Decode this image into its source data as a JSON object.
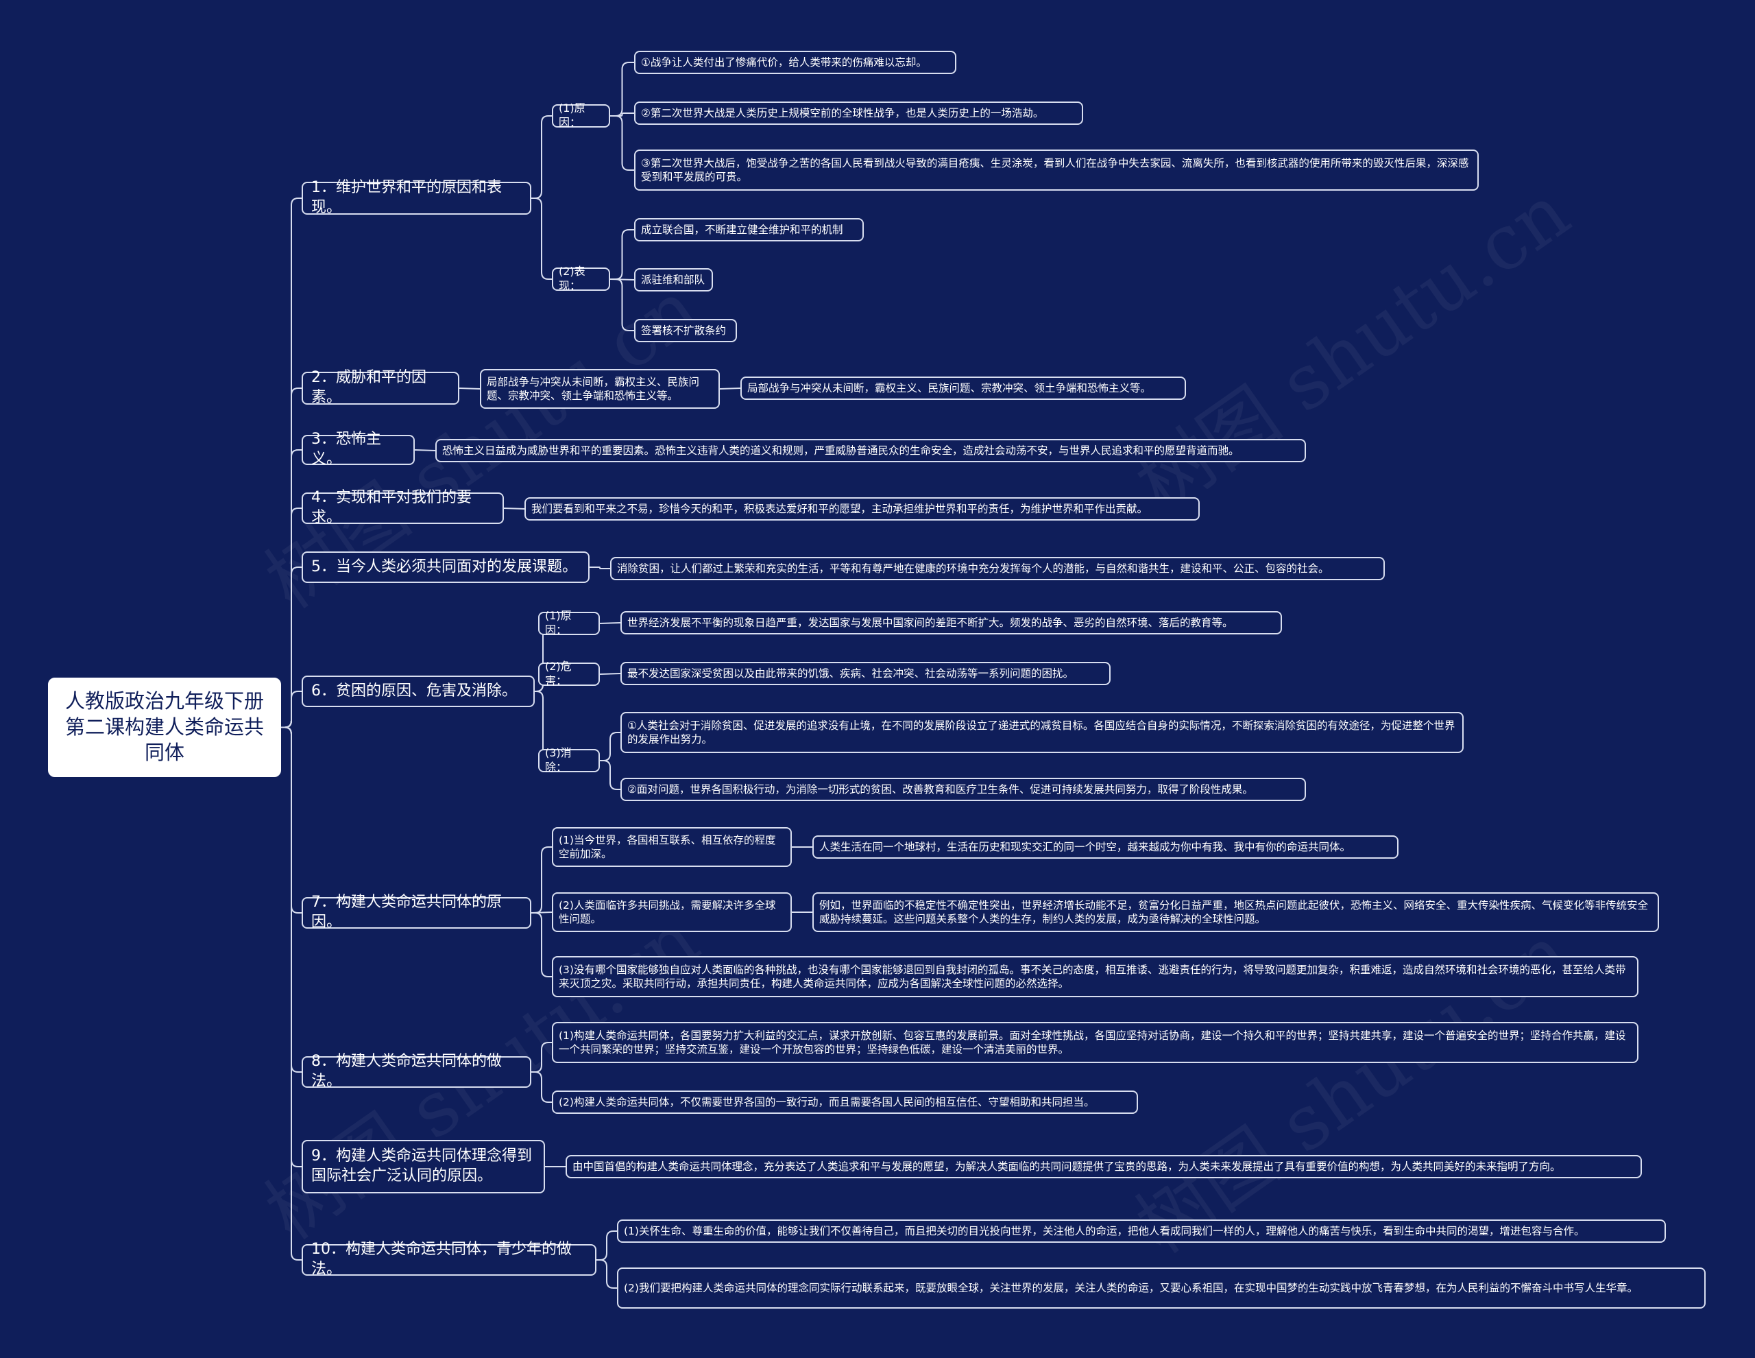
{
  "colors": {
    "background": "#0f1e5a",
    "line": "#d8def0",
    "root_fill": "#ffffff",
    "text": "#ffffff"
  },
  "watermark": "树图 shutu.cn",
  "root": {
    "label": "人教版政治九年级下册第二课构建人类命运共同体"
  },
  "topics": [
    {
      "label": "1．维护世界和平的原因和表现。",
      "children": [
        {
          "label": "(1)原因：",
          "children": [
            {
              "label": "①战争让人类付出了惨痛代价，给人类带来的伤痛难以忘却。"
            },
            {
              "label": "②第二次世界大战是人类历史上规模空前的全球性战争，也是人类历史上的一场浩劫。"
            },
            {
              "label": "③第二次世界大战后，饱受战争之苦的各国人民看到战火导致的满目疮痍、生灵涂炭，看到人们在战争中失去家园、流离失所，也看到核武器的使用所带来的毁灭性后果，深深感受到和平发展的可贵。"
            }
          ]
        },
        {
          "label": "(2)表现：",
          "children": [
            {
              "label": "成立联合国，不断建立健全维护和平的机制"
            },
            {
              "label": "派驻维和部队"
            },
            {
              "label": "签署核不扩散条约"
            }
          ]
        }
      ]
    },
    {
      "label": "2．威胁和平的因素。",
      "children": [
        {
          "label": "局部战争与冲突从未间断，霸权主义、民族问题、宗教冲突、领土争端和恐怖主义等。",
          "children": [
            {
              "label": "局部战争与冲突从未间断，霸权主义、民族问题、宗教冲突、领土争端和恐怖主义等。"
            }
          ]
        }
      ]
    },
    {
      "label": "3．恐怖主义。",
      "children": [
        {
          "label": "恐怖主义日益成为威胁世界和平的重要因素。恐怖主义违背人类的道义和规则，严重威胁普通民众的生命安全，造成社会动荡不安，与世界人民追求和平的愿望背道而驰。"
        }
      ]
    },
    {
      "label": "4．实现和平对我们的要求。",
      "children": [
        {
          "label": "我们要看到和平来之不易，珍惜今天的和平，积极表达爱好和平的愿望，主动承担维护世界和平的责任，为维护世界和平作出贡献。"
        }
      ]
    },
    {
      "label": "5．当今人类必须共同面对的发展课题。",
      "children": [
        {
          "label": "消除贫困，让人们都过上繁荣和充实的生活，平等和有尊严地在健康的环境中充分发挥每个人的潜能，与自然和谐共生，建设和平、公正、包容的社会。"
        }
      ]
    },
    {
      "label": "6．贫困的原因、危害及消除。",
      "children": [
        {
          "label": "(1)原因：",
          "children": [
            {
              "label": "世界经济发展不平衡的现象日趋严重，发达国家与发展中国家间的差距不断扩大。频发的战争、恶劣的自然环境、落后的教育等。"
            }
          ]
        },
        {
          "label": "(2)危害：",
          "children": [
            {
              "label": "最不发达国家深受贫困以及由此带来的饥饿、疾病、社会冲突、社会动荡等一系列问题的困扰。"
            }
          ]
        },
        {
          "label": "(3)消除：",
          "children": [
            {
              "label": "①人类社会对于消除贫困、促进发展的追求没有止境，在不同的发展阶段设立了递进式的减贫目标。各国应结合自身的实际情况，不断探索消除贫困的有效途径，为促进整个世界的发展作出努力。"
            },
            {
              "label": "②面对问题，世界各国积极行动，为消除一切形式的贫困、改善教育和医疗卫生条件、促进可持续发展共同努力，取得了阶段性成果。"
            }
          ]
        }
      ]
    },
    {
      "label": "7．构建人类命运共同体的原因。",
      "children": [
        {
          "label": "(1)当今世界，各国相互联系、相互依存的程度空前加深。",
          "children": [
            {
              "label": "人类生活在同一个地球村，生活在历史和现实交汇的同一个时空，越来越成为你中有我、我中有你的命运共同体。"
            }
          ]
        },
        {
          "label": "(2)人类面临许多共同挑战，需要解决许多全球性问题。",
          "children": [
            {
              "label": "例如，世界面临的不稳定性不确定性突出，世界经济增长动能不足，贫富分化日益严重，地区热点问题此起彼伏，恐怖主义、网络安全、重大传染性疾病、气候变化等非传统安全威胁持续蔓延。这些问题关系整个人类的生存，制约人类的发展，成为亟待解决的全球性问题。"
            }
          ]
        },
        {
          "label": "(3)没有哪个国家能够独自应对人类面临的各种挑战，也没有哪个国家能够退回到自我封闭的孤岛。事不关己的态度，相互推诿、逃避责任的行为，将导致问题更加复杂，积重难返，造成自然环境和社会环境的恶化，甚至给人类带来灭顶之灾。采取共同行动，承担共同责任，构建人类命运共同体，应成为各国解决全球性问题的必然选择。"
        }
      ]
    },
    {
      "label": "8．构建人类命运共同体的做法。",
      "children": [
        {
          "label": "(1)构建人类命运共同体，各国要努力扩大利益的交汇点，谋求开放创新、包容互惠的发展前景。面对全球性挑战，各国应坚持对话协商，建设一个持久和平的世界；坚持共建共享，建设一个普遍安全的世界；坚持合作共赢，建设一个共同繁荣的世界；坚持交流互鉴，建设一个开放包容的世界；坚持绿色低碳，建设一个清洁美丽的世界。"
        },
        {
          "label": "(2)构建人类命运共同体，不仅需要世界各国的一致行动，而且需要各国人民间的相互信任、守望相助和共同担当。"
        }
      ]
    },
    {
      "label": "9．构建人类命运共同体理念得到国际社会广泛认同的原因。",
      "children": [
        {
          "label": "由中国首倡的构建人类命运共同体理念，充分表达了人类追求和平与发展的愿望，为解决人类面临的共同问题提供了宝贵的思路，为人类未来发展提出了具有重要价值的构想，为人类共同美好的未来指明了方向。"
        }
      ]
    },
    {
      "label": "10．构建人类命运共同体，青少年的做法。",
      "children": [
        {
          "label": "(1)关怀生命、尊重生命的价值，能够让我们不仅善待自己，而且把关切的目光投向世界，关注他人的命运，把他人看成同我们一样的人，理解他人的痛苦与快乐，看到生命中共同的渴望，增进包容与合作。"
        },
        {
          "label": "(2)我们要把构建人类命运共同体的理念同实际行动联系起来，既要放眼全球，关注世界的发展，关注人类的命运，又要心系祖国，在实现中国梦的生动实践中放飞青春梦想，在为人民利益的不懈奋斗中书写人生华章。"
        }
      ]
    }
  ]
}
